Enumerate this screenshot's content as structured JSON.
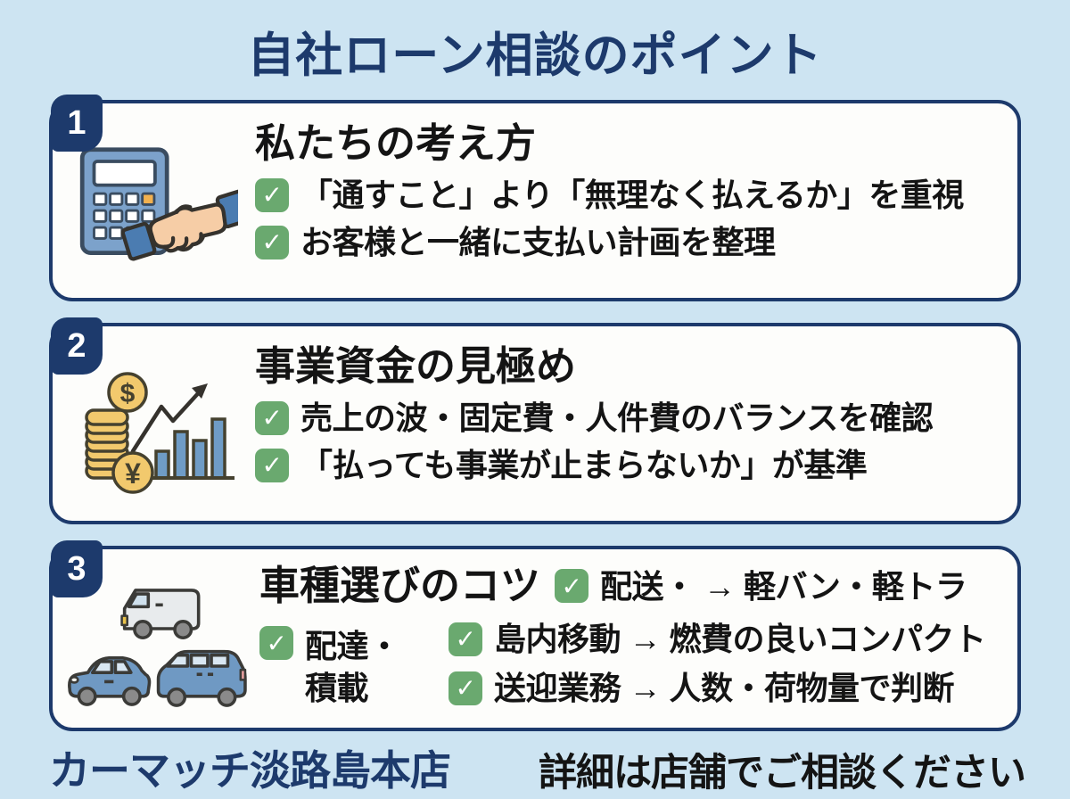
{
  "title": "自社ローン相談のポイント",
  "glyphs": {
    "check": "✓",
    "dollar": "$",
    "yen": "¥"
  },
  "colors": {
    "background": "#cde4f2",
    "navy": "#1d3a6c",
    "card_background": "#fdfdfb",
    "check_green": "#6aa96f",
    "text_black": "#141414"
  },
  "cards": [
    {
      "number": "1",
      "heading": "私たちの考え方",
      "icon": "calculator-handshake-icon",
      "bullets": [
        "「通すこと」より「無理なく払えるか」を重視",
        "お客様と一緒に支払い計画を整理"
      ]
    },
    {
      "number": "2",
      "heading": "事業資金の見極め",
      "icon": "money-growth-chart-icon",
      "bullets": [
        "売上の波・固定費・人件費のバランスを確認",
        "「払っても事業が止まらないか」が基準"
      ]
    },
    {
      "number": "3",
      "heading": "車種選びのコツ",
      "icon": "vehicles-icon",
      "inline_item": "配送・ → 軽バン・軽トラ",
      "left_item": {
        "line1": "配達・",
        "line2": "積載"
      },
      "right_items": [
        "島内移動 → 燃費の良いコンパクト",
        "送迎業務 → 人数・荷物量で判断"
      ]
    }
  ],
  "footer": {
    "shop_name": "カーマッチ淡路島本店",
    "note": "詳細は店舗でご相談ください"
  }
}
